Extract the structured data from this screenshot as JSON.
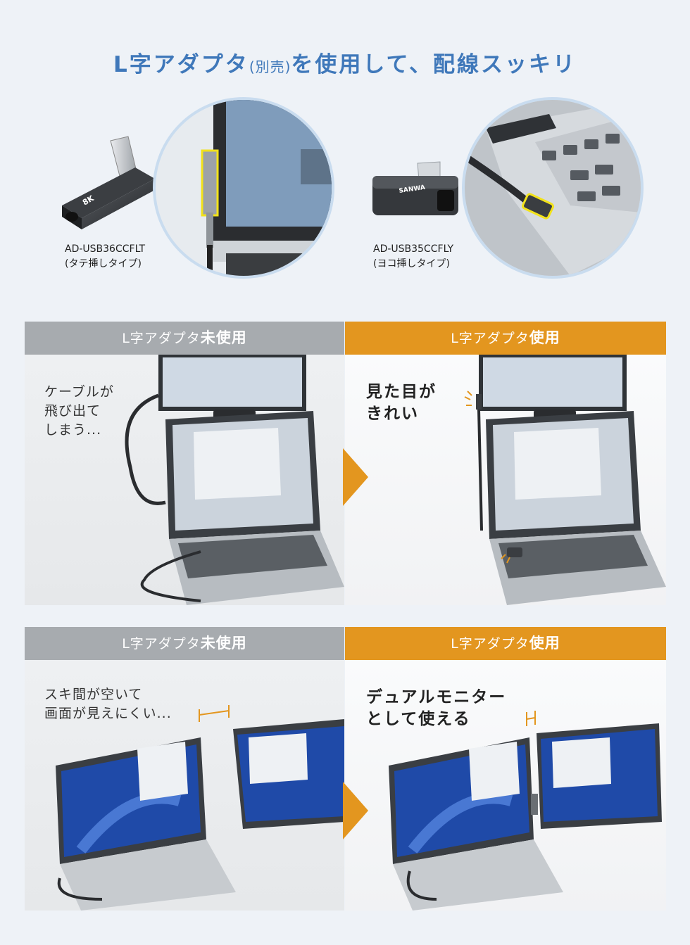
{
  "headline": {
    "main_before": "L字アダプタ",
    "paren": "(別売)",
    "main_after": "を使用して、配線スッキリ"
  },
  "products": [
    {
      "model": "AD-USB36CCFLT",
      "type": "(タテ挿しタイプ)"
    },
    {
      "model": "AD-USB35CCFLY",
      "type": "(ヨコ挿しタイプ)"
    }
  ],
  "sections": [
    {
      "left": {
        "header_prefix": "L字アダプタ",
        "header_bold": "未使用",
        "caption": [
          "ケーブルが",
          "飛び出て",
          "しまう..."
        ]
      },
      "right": {
        "header_prefix": "L字アダプタ",
        "header_bold": "使用",
        "caption": [
          "見た目が",
          "きれい"
        ]
      }
    },
    {
      "left": {
        "header_prefix": "L字アダプタ",
        "header_bold": "未使用",
        "caption": [
          "スキ間が空いて",
          "画面が見えにくい..."
        ]
      },
      "right": {
        "header_prefix": "L字アダプタ",
        "header_bold": "使用",
        "caption": [
          "デュアルモニター",
          "として使える"
        ]
      }
    }
  ],
  "colors": {
    "headline": "#3f78ba",
    "orange": "#e3961f",
    "gray": "#a7abaf",
    "highlight": "#f2e21a"
  },
  "icons": [
    "adapter-vertical-image",
    "adapter-horizontal-image",
    "arrow-right-icon"
  ]
}
